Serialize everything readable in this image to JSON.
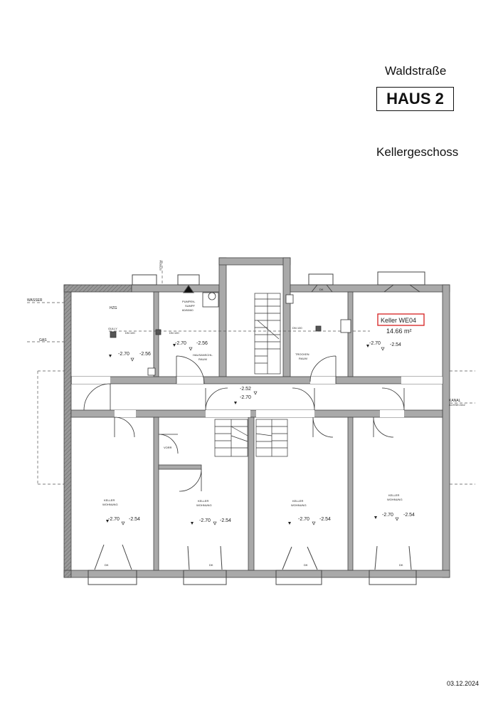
{
  "header": {
    "street": "Waldstraße",
    "house": "HAUS 2",
    "floor": "Kellergeschoss"
  },
  "footer": {
    "date": "03.12.2024"
  },
  "highlight": {
    "label": "Keller WE04",
    "area": "14.66 m²",
    "color": "#d62020"
  },
  "utilities": {
    "wasser": "WASSER",
    "gas": "GAS",
    "strom": "STROM",
    "kanal": "KANAL",
    "kanal_sub": "ACHSE=542",
    "dk": "DK"
  },
  "rooms": {
    "hzg": {
      "name": "HZG",
      "level_a": "-2.70",
      "level_b": "-2.56",
      "gully": "GULLY",
      "dn": "DN 100"
    },
    "hausanschluss": {
      "name_1": "HAUSANSCHL.",
      "name_2": "RAUM",
      "level_a": "-2.70",
      "level_b": "-2.56",
      "pump_1": "PUMPEN-",
      "pump_2": "SUMPF",
      "pump_3": "60/60/60",
      "dn": "DN 100"
    },
    "flur": {
      "level_a": "-2.52",
      "level_b": "-2.70"
    },
    "trocken": {
      "name_1": "TROCKEN",
      "name_2": "RAUM",
      "dn": "DN 100"
    },
    "we04": {
      "level_a": "-2.70",
      "level_b": "-2.54"
    },
    "vorr": {
      "name": "VORR"
    },
    "keller_1": {
      "name_1": "KELLER",
      "name_2": "WOHNUNG",
      "level_a": "-2.70",
      "level_b": "-2.54"
    },
    "keller_2": {
      "name_1": "KELLER",
      "name_2": "WOHNUNG",
      "level_a": "-2.70",
      "level_b": "-2.54"
    },
    "keller_3": {
      "name_1": "KELLER",
      "name_2": "WOHNUNG",
      "level_a": "-2.70",
      "level_b": "-2.54"
    },
    "keller_4": {
      "name_1": "KELLER",
      "name_2": "WOHNUNG",
      "level_a": "-2.70",
      "level_b": "-2.54"
    }
  }
}
